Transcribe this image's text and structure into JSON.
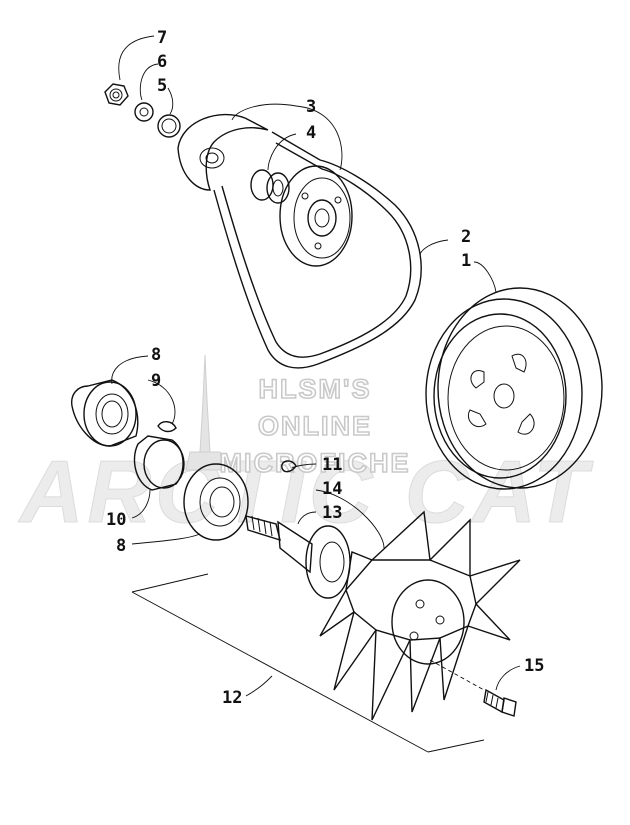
{
  "watermark": {
    "lines": [
      "HLSM'S",
      "ONLINE",
      "MICROFICHE"
    ],
    "brand": "ARCTIC CAT"
  },
  "callouts": [
    {
      "id": "7",
      "text": "7"
    },
    {
      "id": "6",
      "text": "6"
    },
    {
      "id": "5",
      "text": "5"
    },
    {
      "id": "3",
      "text": "3"
    },
    {
      "id": "4",
      "text": "4"
    },
    {
      "id": "2",
      "text": "2"
    },
    {
      "id": "1",
      "text": "1"
    },
    {
      "id": "8a",
      "text": "8"
    },
    {
      "id": "9",
      "text": "9"
    },
    {
      "id": "11",
      "text": "11"
    },
    {
      "id": "14",
      "text": "14"
    },
    {
      "id": "13",
      "text": "13"
    },
    {
      "id": "10",
      "text": "10"
    },
    {
      "id": "8b",
      "text": "8"
    },
    {
      "id": "15",
      "text": "15"
    },
    {
      "id": "12",
      "text": "12"
    }
  ]
}
